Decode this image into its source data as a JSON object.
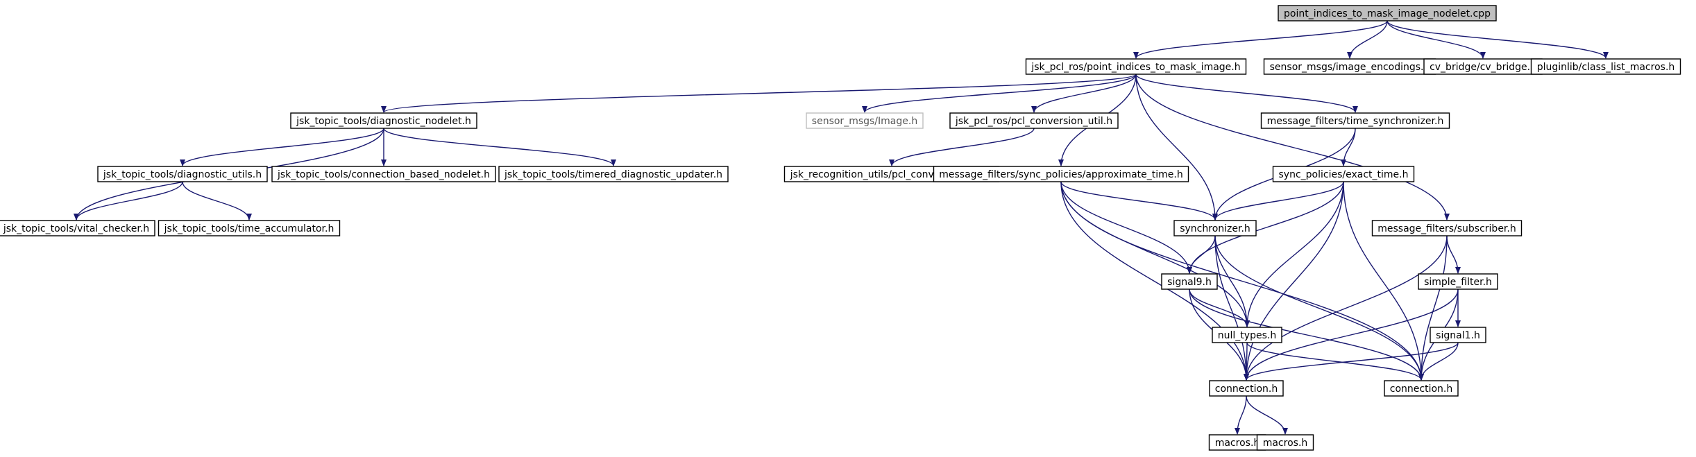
{
  "graph": {
    "nodes": [
      {
        "id": "root",
        "label": "point_indices_to_mask_image_nodelet.cpp",
        "style": "root"
      },
      {
        "id": "pitmi",
        "label": "jsk_pcl_ros/point_indices_to_mask_image.h"
      },
      {
        "id": "enc",
        "label": "sensor_msgs/image_encodings.h"
      },
      {
        "id": "cvb",
        "label": "cv_bridge/cv_bridge.h"
      },
      {
        "id": "plugin",
        "label": "pluginlib/class_list_macros.h"
      },
      {
        "id": "diag_nodelet",
        "label": "jsk_topic_tools/diagnostic_nodelet.h"
      },
      {
        "id": "image",
        "label": "sensor_msgs/Image.h",
        "style": "missing"
      },
      {
        "id": "pcl_conv",
        "label": "jsk_pcl_ros/pcl_conversion_util.h"
      },
      {
        "id": "time_sync",
        "label": "message_filters/time_synchronizer.h"
      },
      {
        "id": "diag_utils",
        "label": "jsk_topic_tools/diagnostic_utils.h"
      },
      {
        "id": "conn_nodelet",
        "label": "jsk_topic_tools/connection_based_nodelet.h"
      },
      {
        "id": "timered",
        "label": "jsk_topic_tools/timered_diagnostic_updater.h"
      },
      {
        "id": "rec_pcl",
        "label": "jsk_recognition_utils/pcl_conversion_util.h"
      },
      {
        "id": "approx",
        "label": "message_filters/sync_policies/approximate_time.h"
      },
      {
        "id": "exact",
        "label": "sync_policies/exact_time.h"
      },
      {
        "id": "vital",
        "label": "jsk_topic_tools/vital_checker.h"
      },
      {
        "id": "accum",
        "label": "jsk_topic_tools/time_accumulator.h"
      },
      {
        "id": "synchronizer",
        "label": "synchronizer.h"
      },
      {
        "id": "subscriber",
        "label": "message_filters/subscriber.h"
      },
      {
        "id": "signal9",
        "label": "signal9.h"
      },
      {
        "id": "simple_filter",
        "label": "simple_filter.h"
      },
      {
        "id": "null_types",
        "label": "null_types.h"
      },
      {
        "id": "signal1",
        "label": "signal1.h"
      },
      {
        "id": "conn1",
        "label": "connection.h"
      },
      {
        "id": "conn2",
        "label": "connection.h"
      },
      {
        "id": "macros1",
        "label": "macros.h"
      },
      {
        "id": "macros2",
        "label": "macros.h"
      }
    ],
    "edges": [
      [
        "root",
        "pitmi"
      ],
      [
        "root",
        "enc"
      ],
      [
        "root",
        "cvb"
      ],
      [
        "root",
        "plugin"
      ],
      [
        "pitmi",
        "diag_nodelet"
      ],
      [
        "pitmi",
        "image"
      ],
      [
        "pitmi",
        "pcl_conv"
      ],
      [
        "pitmi",
        "approx"
      ],
      [
        "pitmi",
        "synchronizer"
      ],
      [
        "pitmi",
        "time_sync"
      ],
      [
        "pitmi",
        "subscriber"
      ],
      [
        "diag_nodelet",
        "vital"
      ],
      [
        "diag_nodelet",
        "diag_utils"
      ],
      [
        "diag_nodelet",
        "conn_nodelet"
      ],
      [
        "diag_nodelet",
        "timered"
      ],
      [
        "diag_utils",
        "vital"
      ],
      [
        "diag_utils",
        "accum"
      ],
      [
        "pcl_conv",
        "rec_pcl"
      ],
      [
        "time_sync",
        "synchronizer"
      ],
      [
        "time_sync",
        "exact"
      ],
      [
        "approx",
        "synchronizer"
      ],
      [
        "approx",
        "signal9"
      ],
      [
        "approx",
        "null_types"
      ],
      [
        "approx",
        "conn1"
      ],
      [
        "approx",
        "conn2"
      ],
      [
        "exact",
        "synchronizer"
      ],
      [
        "exact",
        "signal9"
      ],
      [
        "exact",
        "null_types"
      ],
      [
        "exact",
        "conn1"
      ],
      [
        "exact",
        "conn2"
      ],
      [
        "synchronizer",
        "signal9"
      ],
      [
        "synchronizer",
        "null_types"
      ],
      [
        "synchronizer",
        "conn1"
      ],
      [
        "synchronizer",
        "conn2"
      ],
      [
        "signal9",
        "null_types"
      ],
      [
        "signal9",
        "conn1"
      ],
      [
        "signal9",
        "conn2"
      ],
      [
        "subscriber",
        "simple_filter"
      ],
      [
        "subscriber",
        "conn1"
      ],
      [
        "subscriber",
        "conn2"
      ],
      [
        "simple_filter",
        "signal1"
      ],
      [
        "simple_filter",
        "conn1"
      ],
      [
        "simple_filter",
        "conn2"
      ],
      [
        "signal1",
        "conn1"
      ],
      [
        "signal1",
        "conn2"
      ],
      [
        "null_types",
        "conn1"
      ],
      [
        "null_types",
        "conn2"
      ],
      [
        "conn1",
        "macros1"
      ],
      [
        "conn1",
        "macros2"
      ]
    ]
  },
  "colors": {
    "edge": "#191970",
    "node_border": "#000000",
    "root_fill": "#bfbfbf",
    "missing_border": "#bfbfbf",
    "background": "#ffffff"
  }
}
